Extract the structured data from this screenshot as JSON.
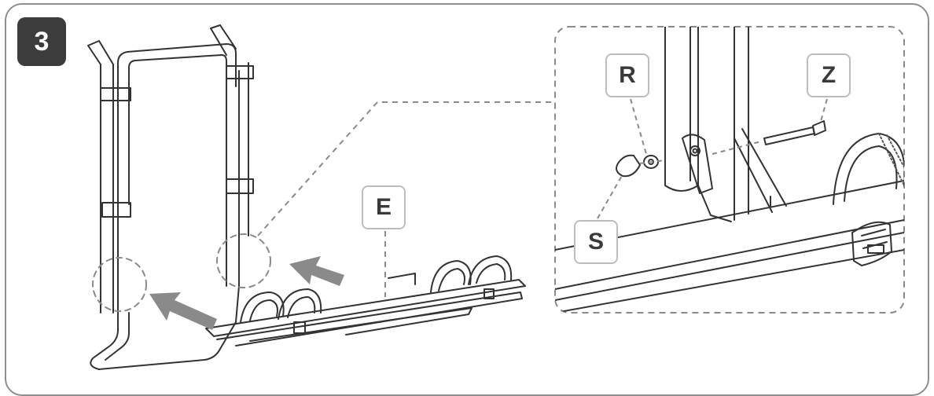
{
  "step": {
    "number": "3"
  },
  "labels": {
    "E": "E",
    "R": "R",
    "Z": "Z",
    "S": "S"
  },
  "colors": {
    "line": "#333333",
    "dash": "#8a8a8a",
    "arrow": "#8a8a8a",
    "frame": "#8e8e8e"
  }
}
